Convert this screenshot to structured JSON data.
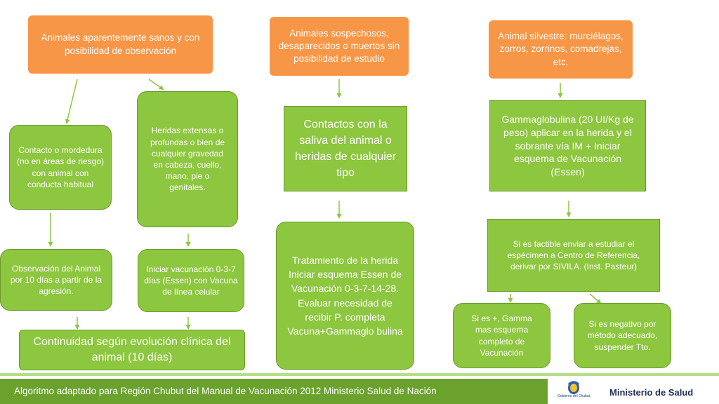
{
  "columns": {
    "left": {
      "header": "Animales aparentemente sanos y con posibilidad de observación",
      "contact": "Contacto o mordedura (no en áreas de riesgo) con animal con conducta habitual",
      "wounds": "Heridas extensas o profundas o bien de cualquier gravedad en cabeza, cuello, mano, pie o genitales.",
      "observation": "Observación del Animal por 10 días a partir de la agresión.",
      "vaccination": "Iniciar vacunación 0-3-7 días (Essen) con Vacuna de línea celular",
      "continuity": "Continuidad según evolución clínica del animal (10 días)"
    },
    "middle": {
      "header": "Animales sospechosos, desaparecidos o muertos sin posibilidad de estudio",
      "contacts": "Contactos con la saliva del animal o heridas de cualquier tipo",
      "treatment": "Tratamiento de la herida Iniciar esquema Essen de Vacunación 0-3-7-14-28. Evaluar necesidad de recibir P. completa Vacuna+Gammaglo bulina"
    },
    "right": {
      "header": "Animal silvestre: murciélagos, zorros, zorrinos, comadrejas, etc.",
      "gammaglobulin": "Gammaglobulina (20 UI/Kg de peso) aplicar en la herida y el sobrante vía IM + Iniciar esquema de Vacunación (Essen)",
      "study": "Si es factible enviar a estudiar el espécimen a Centro de Referencia, derivar por SIVILA. (Inst. Pasteur)",
      "positive": "Si es +, Gamma mas esquema completo de Vacunación",
      "negative": "Si es negativo por método adecuado, suspender Tto."
    }
  },
  "footer": {
    "text": "Algoritmo adaptado para Región Chubut del Manual de Vacunación 2012 Ministerio Salud de Nación",
    "seal_caption": "Gobierno del Chubut",
    "ministry": "Ministerio de Salud"
  },
  "colors": {
    "orange": "#f79646",
    "green": "#8dc63f",
    "footer_green": "#6aa22d",
    "arrow": "#8dc63f"
  }
}
